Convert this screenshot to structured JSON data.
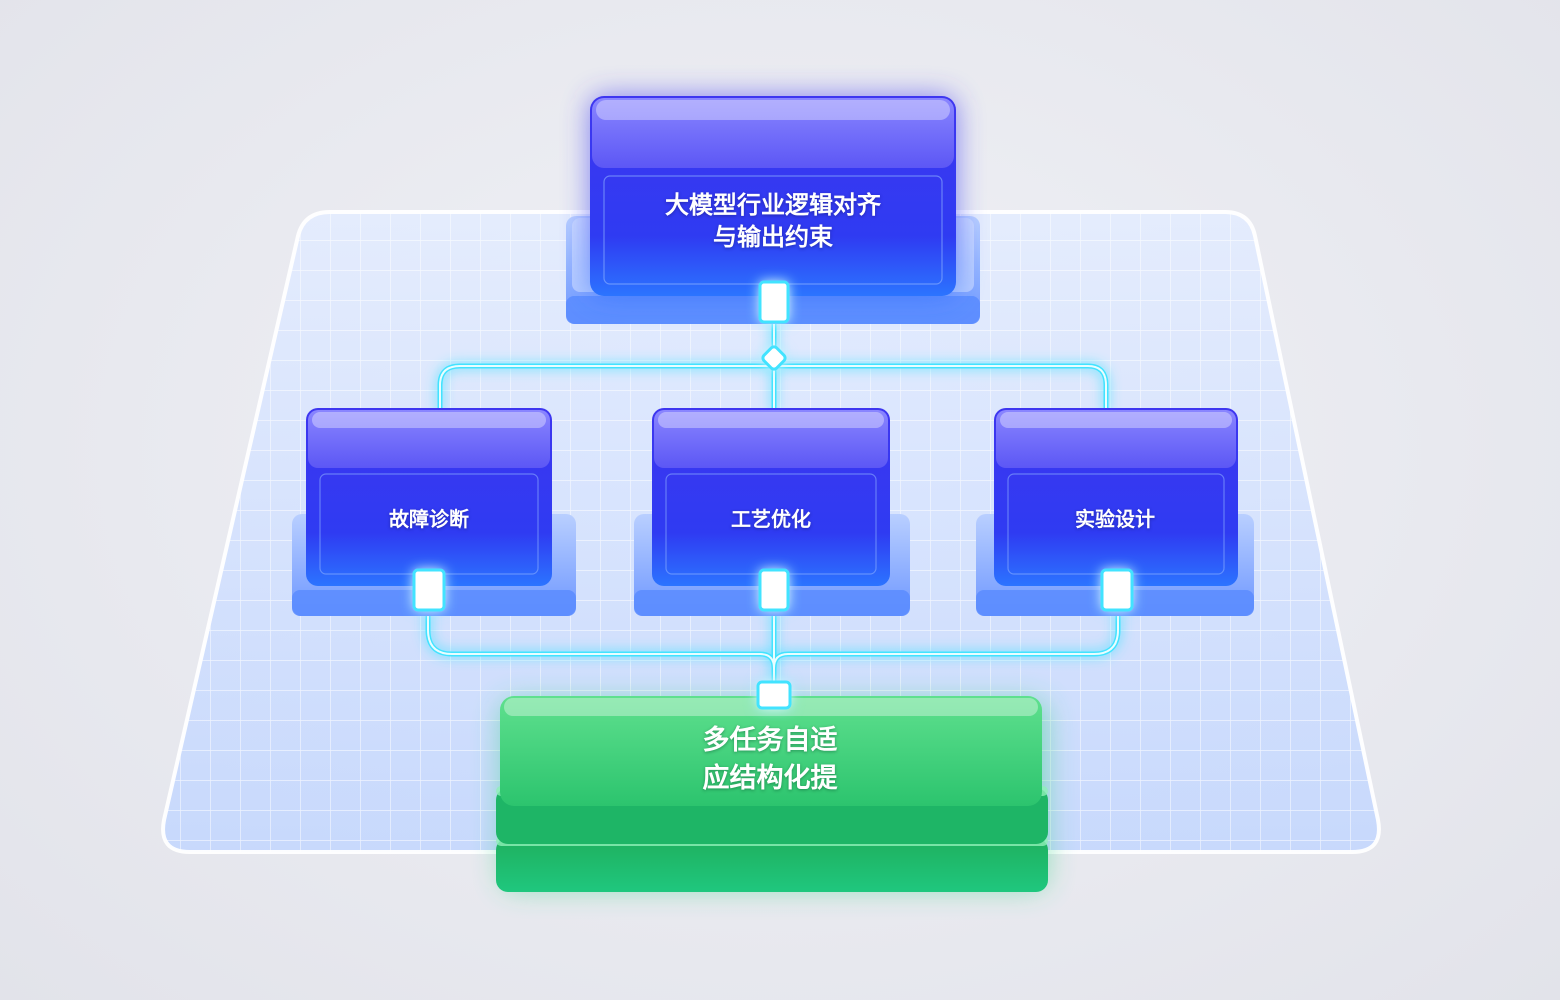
{
  "nodes": {
    "top": {
      "lines": [
        "大模型行业逻辑对齐",
        "与输出约束"
      ],
      "color": "#3b3ff5"
    },
    "fault_diagnosis": {
      "label": "故障诊断",
      "color": "#3b3ff5"
    },
    "process_optimization": {
      "label": "工艺优化",
      "color": "#3b3ff5"
    },
    "experiment_design": {
      "label": "实验设计",
      "color": "#3b3ff5"
    },
    "bottom": {
      "lines": [
        "多任务自适",
        "应结构化提"
      ],
      "color": "#22b86a"
    }
  },
  "colors": {
    "connector": "#49e6ff",
    "grid_plate": "#c9dcff",
    "background": "#e9eaf0"
  }
}
